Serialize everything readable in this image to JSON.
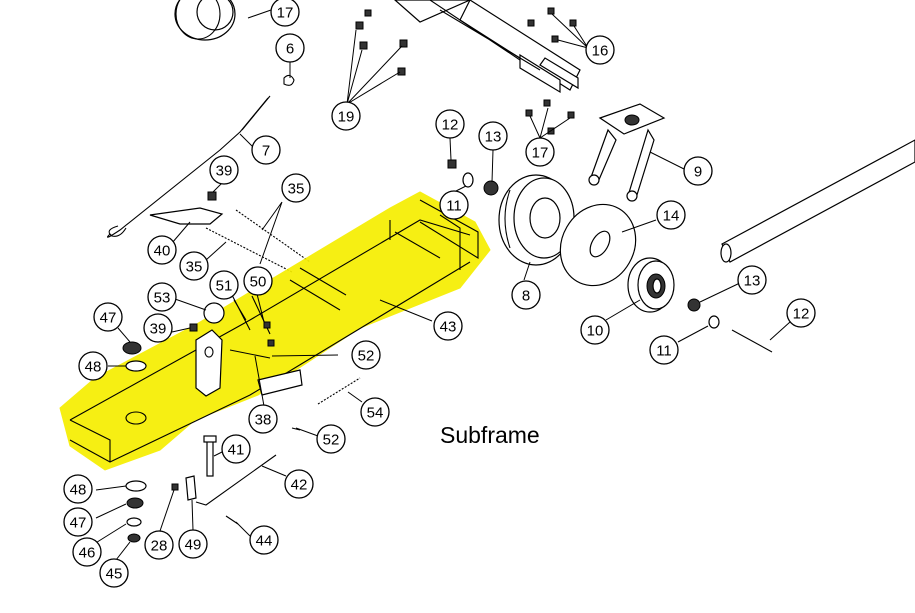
{
  "caption": "Subframe",
  "highlight_color": "#f6ee00",
  "callouts": [
    {
      "id": "c17a",
      "label": "17"
    },
    {
      "id": "c6",
      "label": "6"
    },
    {
      "id": "c19",
      "label": "19"
    },
    {
      "id": "c16",
      "label": "16"
    },
    {
      "id": "c7",
      "label": "7"
    },
    {
      "id": "c12a",
      "label": "12"
    },
    {
      "id": "c13a",
      "label": "13"
    },
    {
      "id": "c17b",
      "label": "17"
    },
    {
      "id": "c9",
      "label": "9"
    },
    {
      "id": "c39a",
      "label": "39"
    },
    {
      "id": "c35a",
      "label": "35"
    },
    {
      "id": "c11a",
      "label": "11"
    },
    {
      "id": "c14",
      "label": "14"
    },
    {
      "id": "c40",
      "label": "40"
    },
    {
      "id": "c35b",
      "label": "35"
    },
    {
      "id": "c51",
      "label": "51"
    },
    {
      "id": "c50",
      "label": "50"
    },
    {
      "id": "c13b",
      "label": "13"
    },
    {
      "id": "c53",
      "label": "53"
    },
    {
      "id": "c8",
      "label": "8"
    },
    {
      "id": "c12b",
      "label": "12"
    },
    {
      "id": "c47a",
      "label": "47"
    },
    {
      "id": "c39b",
      "label": "39"
    },
    {
      "id": "c43",
      "label": "43"
    },
    {
      "id": "c10",
      "label": "10"
    },
    {
      "id": "c11b",
      "label": "11"
    },
    {
      "id": "c48a",
      "label": "48"
    },
    {
      "id": "c52a",
      "label": "52"
    },
    {
      "id": "c54",
      "label": "54"
    },
    {
      "id": "c38",
      "label": "38"
    },
    {
      "id": "c52b",
      "label": "52"
    },
    {
      "id": "c41",
      "label": "41"
    },
    {
      "id": "c42",
      "label": "42"
    },
    {
      "id": "c48b",
      "label": "48"
    },
    {
      "id": "c47b",
      "label": "47"
    },
    {
      "id": "c46",
      "label": "46"
    },
    {
      "id": "c28",
      "label": "28"
    },
    {
      "id": "c49",
      "label": "49"
    },
    {
      "id": "c44",
      "label": "44"
    },
    {
      "id": "c45",
      "label": "45"
    }
  ]
}
